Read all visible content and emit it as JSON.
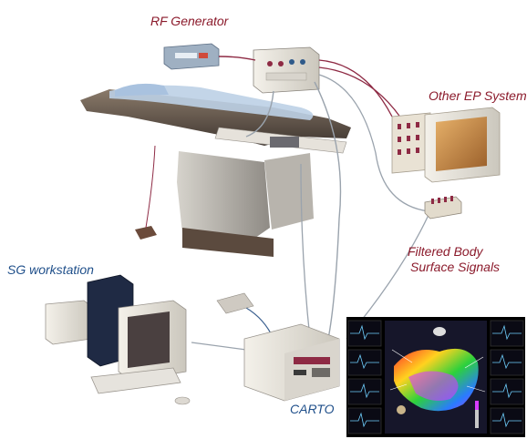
{
  "labels": {
    "rf_generator": "RF Generator",
    "other_ep_system": "Other EP System",
    "filtered_line1": "Filtered Body",
    "filtered_line2": "Surface Signals",
    "sg_workstation": "SG workstation",
    "carto": "CARTO"
  },
  "colors": {
    "label_red": "#8b1a2b",
    "label_blue": "#1f4f8a",
    "cable_red": "#8e2a44",
    "cable_gray": "#9aa3ad",
    "cable_blue": "#3a5f8f"
  }
}
